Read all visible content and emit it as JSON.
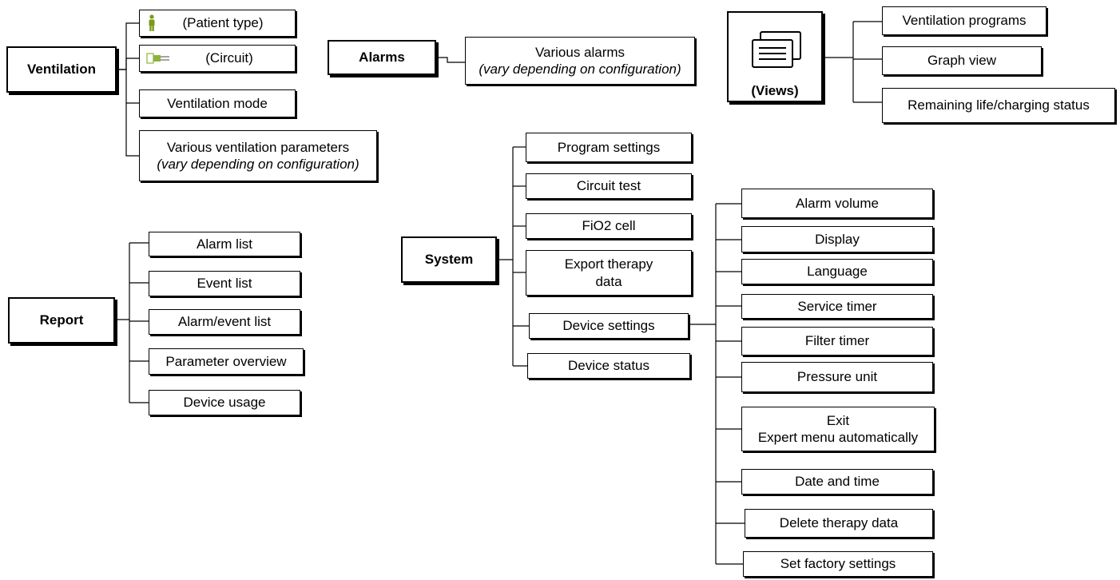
{
  "ventilation": {
    "title": "Ventilation",
    "patient_type": "(Patient type)",
    "circuit": "(Circuit)",
    "mode": "Ventilation mode",
    "params_line1": "Various ventilation parameters",
    "params_line2": "(vary depending on configuration)"
  },
  "alarms": {
    "title": "Alarms",
    "line1": "Various alarms",
    "line2": "(vary depending on configuration)"
  },
  "views": {
    "title": "(Views)",
    "items": [
      "Ventilation programs",
      "Graph view",
      "Remaining life/charging status"
    ]
  },
  "report": {
    "title": "Report",
    "items": [
      "Alarm list",
      "Event list",
      "Alarm/event list",
      "Parameter overview",
      "Device usage"
    ]
  },
  "system": {
    "title": "System",
    "items": [
      "Program settings",
      "Circuit test",
      "FiO2 cell",
      "Export therapy data",
      "Device settings",
      "Device status"
    ]
  },
  "device_settings": {
    "items": [
      "Alarm volume",
      "Display",
      "Language",
      "Service timer",
      "Filter timer",
      "Pressure unit",
      "Exit\nExpert menu automatically",
      "Date and time",
      "Delete therapy data",
      "Set factory settings"
    ]
  },
  "colors": {
    "patient_icon": "#7a9a1a",
    "circuit_icon": "#8cb33a"
  }
}
